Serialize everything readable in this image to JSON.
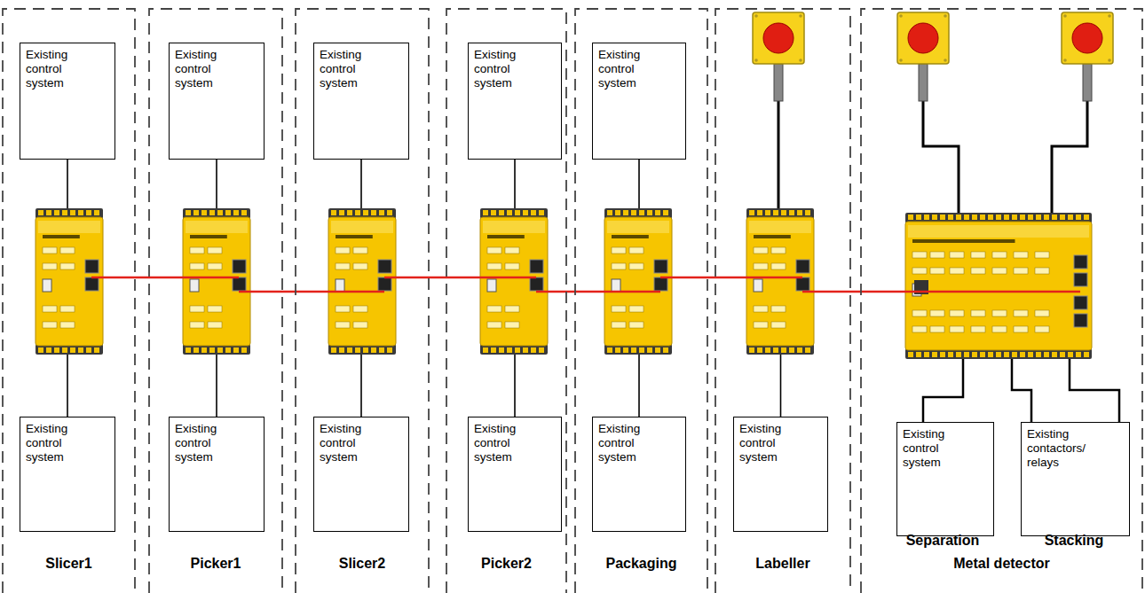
{
  "diagram": {
    "nodes": [
      {
        "text": [
          "Slicer1"
        ]
      },
      {
        "text": [
          "Existing control system"
        ],
        "in": 0
      },
      {
        "text": [
          "Existing control system"
        ],
        "in": 0
      },
      {
        "text": [
          "Picker1"
        ]
      },
      {
        "text": [
          "Existing control system"
        ],
        "in": 3
      },
      {
        "text": [
          "Existing control system"
        ],
        "in": 3
      },
      {
        "text": [
          "Slicer2"
        ]
      },
      {
        "text": [
          "Existing control system"
        ],
        "in": 6
      },
      {
        "text": [
          "Existing control system"
        ],
        "in": 6
      },
      {
        "text": [
          "Picker2"
        ]
      },
      {
        "text": [
          "Existing control system"
        ],
        "in": 9
      },
      {
        "text": [
          "Existing control system"
        ],
        "in": 9
      },
      {
        "text": [
          "Packaging"
        ]
      },
      {
        "text": [
          "Existing control system"
        ],
        "in": 12
      },
      {
        "text": [
          "Existing control system"
        ],
        "in": 12
      },
      {
        "text": [
          "Labeller"
        ]
      },
      {
        "text": [
          "Existing control system"
        ],
        "in": 15
      },
      {
        "text": [
          "Metal detector"
        ]
      },
      {
        "text": [
          "Existing control system"
        ],
        "in": 17
      },
      {
        "text": [
          "Existing contactors/ relays"
        ],
        "in": 17
      }
    ],
    "labels": [
      "Separation",
      "Stacking"
    ]
  }
}
